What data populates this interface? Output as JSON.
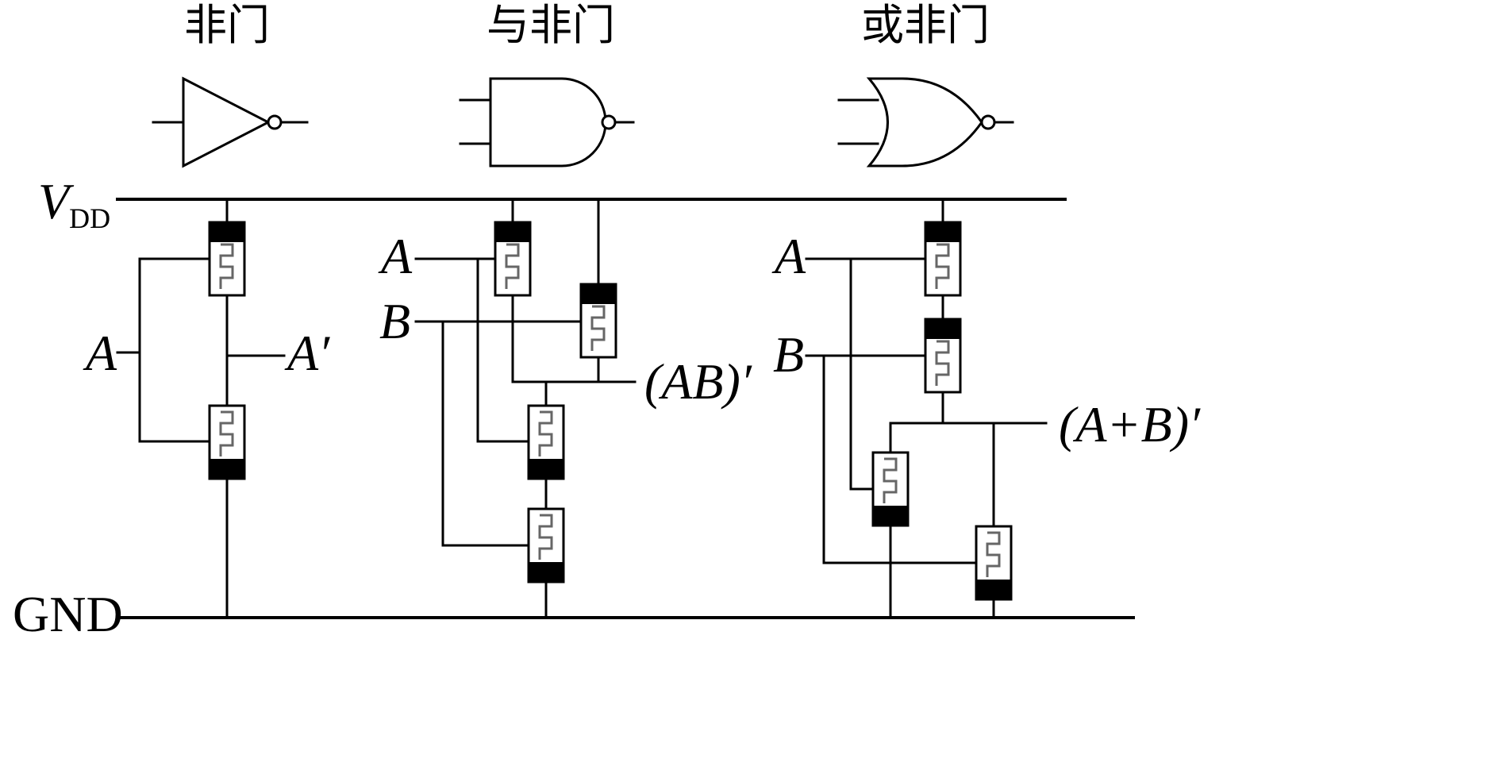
{
  "titles": {
    "not_gate": "非门",
    "nand_gate": "与非门",
    "nor_gate": "或非门"
  },
  "rails": {
    "vdd_main": "V",
    "vdd_sub": "DD",
    "gnd": "GND"
  },
  "not_circuit": {
    "input": "A",
    "output": "A′"
  },
  "nand_circuit": {
    "input_a": "A",
    "input_b": "B",
    "output": "(AB)′"
  },
  "nor_circuit": {
    "input_a": "A",
    "input_b": "B",
    "output": "(A+B)′"
  }
}
